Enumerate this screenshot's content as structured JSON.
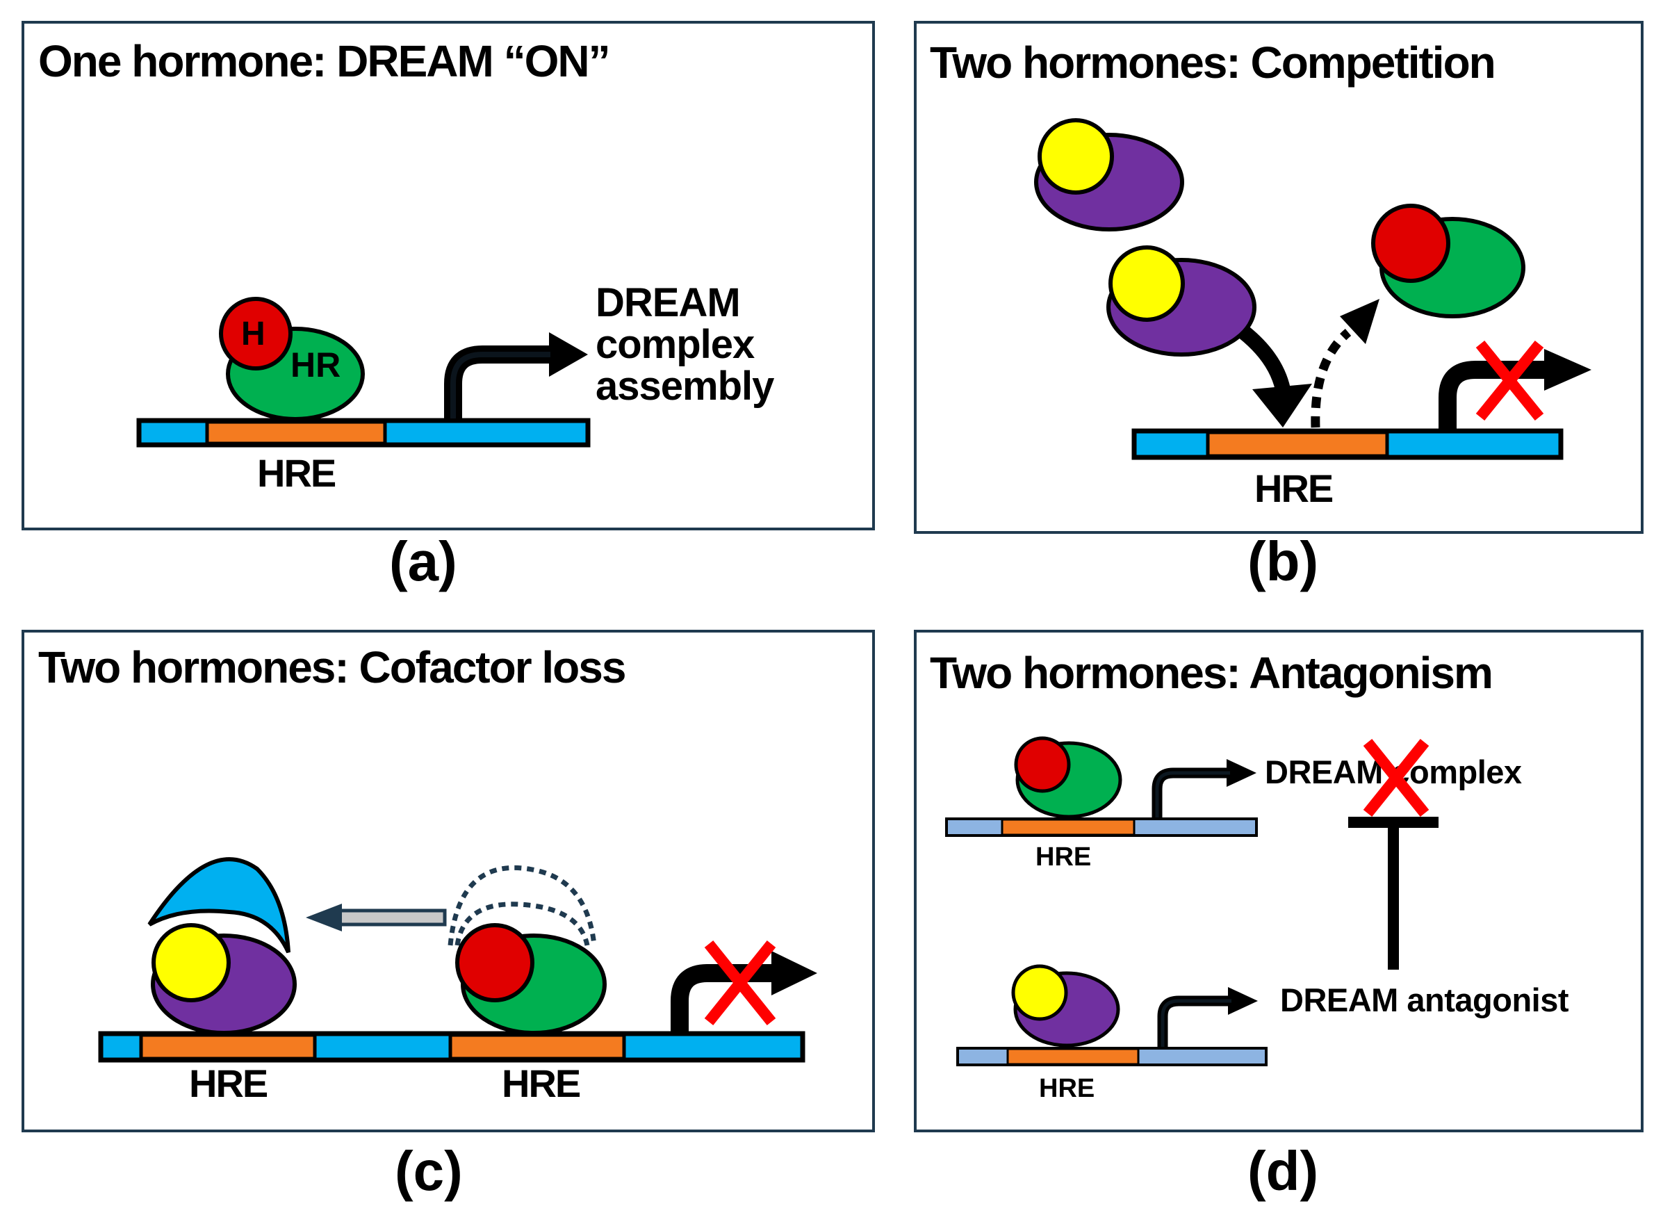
{
  "colors": {
    "hre_blue": "#00b0f0",
    "hre_light_blue": "#8db4e2",
    "hre_orange": "#f47b20",
    "receptor_green": "#00b050",
    "receptor_purple": "#7030a0",
    "hormone_red": "#e00000",
    "hormone_yellow": "#ffff00",
    "cofactor_blue": "#00b0f0",
    "cross_red": "#ff0000",
    "arrow_dark": "#000000",
    "frame": "#1f3a4f"
  },
  "panels": {
    "a": {
      "title": "One hormone: DREAM “ON”",
      "caption": "(a)",
      "hormone_label": "H",
      "receptor_label": "HR",
      "hre_label": "HRE",
      "output_lines": [
        "DREAM",
        "complex",
        "assembly"
      ]
    },
    "b": {
      "title": "Two hormones: Competition",
      "caption": "(b)",
      "hre_label": "HRE"
    },
    "c": {
      "title": "Two hormones: Cofactor loss",
      "caption": "(c)",
      "hre_labels": [
        "HRE",
        "HRE"
      ]
    },
    "d": {
      "title": "Two hormones: Antagonism",
      "caption": "(d)",
      "top_output": "DREAM complex",
      "bottom_output": "DREAM antagonist",
      "hre_labels": [
        "HRE",
        "HRE"
      ]
    }
  }
}
